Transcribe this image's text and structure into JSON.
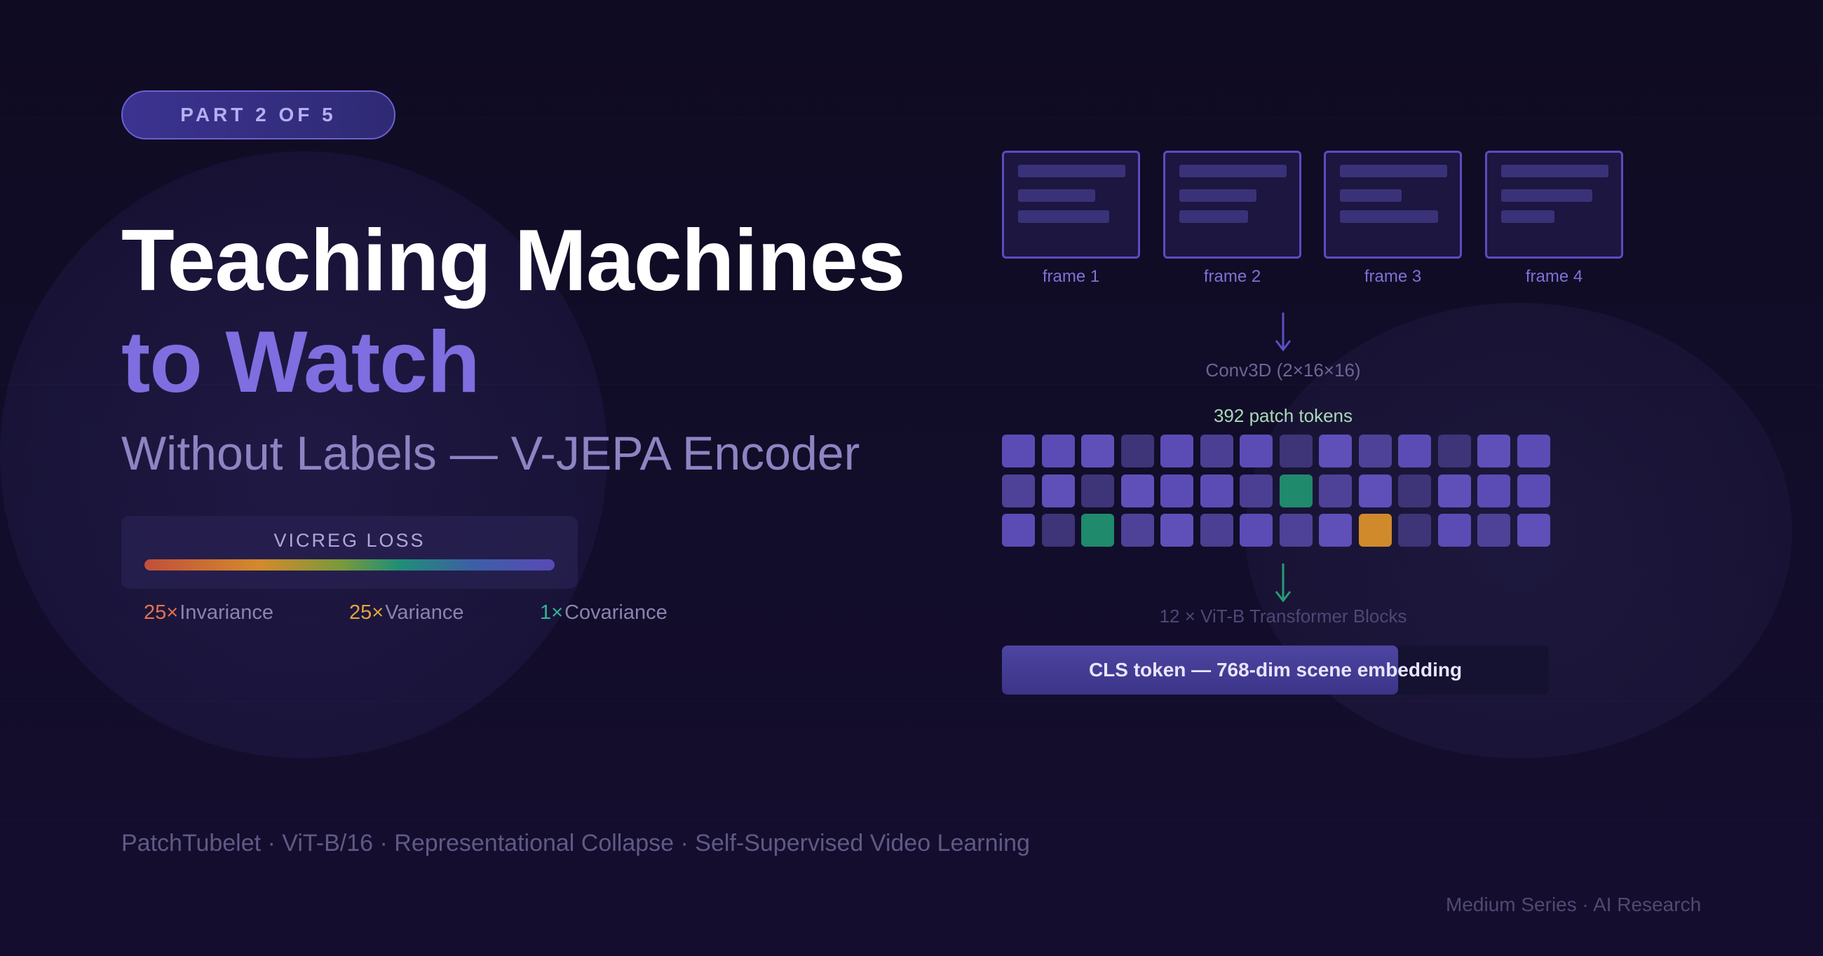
{
  "badge": {
    "label": "PART 2 OF 5"
  },
  "title": {
    "line1": "Teaching Machines",
    "line2": "to Watch",
    "subtitle": "Without Labels — V-JEPA Encoder"
  },
  "loss": {
    "title": "VICREG LOSS",
    "terms": [
      {
        "multiplier": "25×",
        "name": "Invariance",
        "color": "#e2744f"
      },
      {
        "multiplier": "25×",
        "name": "Variance",
        "color": "#e3a43c"
      },
      {
        "multiplier": "1×",
        "name": "Covariance",
        "color": "#33b595"
      }
    ]
  },
  "diagram": {
    "frames": [
      "frame 1",
      "frame 2",
      "frame 3",
      "frame 4"
    ],
    "conv_label": "Conv3D (2×16×16)",
    "tokens_label": "392 patch tokens",
    "token_grid": [
      [
        "#5a4cb4",
        "#5a4cb4",
        "#5e50b8",
        "#3e3478",
        "#5a4cb4",
        "#4a3f92",
        "#5a4cb4",
        "#3e3478",
        "#5e50b8",
        "#4e4298",
        "#5a4cb4",
        "#3e3478",
        "#5e50b8",
        "#5a4cb4"
      ],
      [
        "#4e4298",
        "#5e50b8",
        "#3e3478",
        "#5e50b8",
        "#5a4cb4",
        "#5a4cb4",
        "#4a3f92",
        "#1f8a6c",
        "#4e4298",
        "#5e50b8",
        "#3e3478",
        "#5e50b8",
        "#5a4cb4",
        "#5a4cb4"
      ],
      [
        "#5a4cb4",
        "#3e3478",
        "#1f8a6c",
        "#4e4298",
        "#5e50b8",
        "#4a3f92",
        "#5a4cb4",
        "#4e4298",
        "#5e50b8",
        "#d08a2c",
        "#3e3478",
        "#5a4cb4",
        "#4e4298",
        "#5e50b8"
      ]
    ],
    "vit_label": "12 × ViT-B Transformer Blocks",
    "cls_label": "CLS token — 768-dim scene embedding",
    "colors": {
      "arrow_top": "#5b4fc2",
      "arrow_bottom": "#2a9a76"
    }
  },
  "tags": "PatchTubelet · ViT-B/16 · Representational Collapse · Self-Supervised Video Learning",
  "footer": "Medium Series · AI Research"
}
